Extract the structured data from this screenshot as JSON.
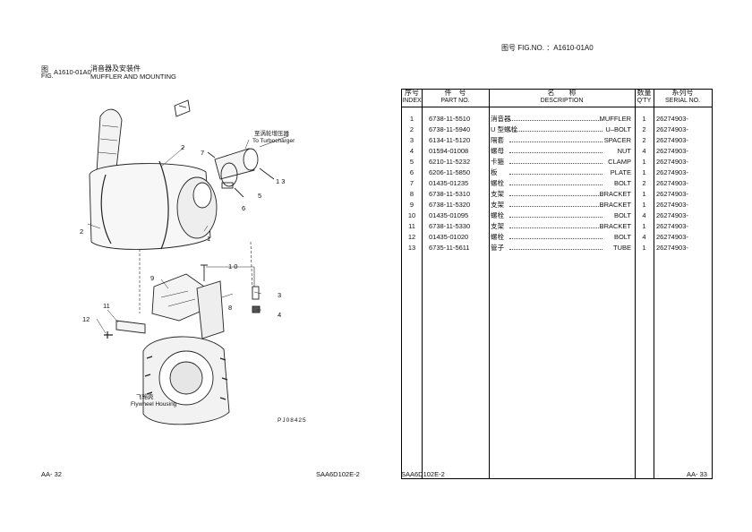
{
  "left_page": {
    "fig_prefix_cn": "图",
    "fig_prefix_en": "FIG.",
    "fig_no": "A1610-01A0",
    "title_cn": "消音器及安装件",
    "title_en": "MUFFLER AND MOUNTING",
    "page_no": "AA- 32",
    "model": "SAA6D102E-2"
  },
  "diagram": {
    "callout_1": "1",
    "callout_2a": "2",
    "callout_2b": "2",
    "callout_3": "3",
    "callout_4": "4",
    "callout_5": "5",
    "callout_6": "6",
    "callout_7": "7",
    "callout_8": "8",
    "callout_9": "9",
    "callout_10": "1 0",
    "callout_11": "11",
    "callout_12": "12",
    "callout_13": "1 3",
    "turbo_cn": "至涡轮增压器",
    "turbo_en": "To Turbocharger",
    "flywheel_cn": "飞轮壳",
    "flywheel_en": "Flywheel Housing",
    "drawing_code": "PJ08425"
  },
  "right_page": {
    "fig_label": "图号 FIG.NO. ：A1610-01A0",
    "page_no": "AA- 33",
    "model": "SAA6D102E-2"
  },
  "table": {
    "headers": {
      "index_cn": "序号",
      "index_en": "INDEX",
      "part_cn": "件　号",
      "part_en": "PART NO.",
      "desc_cn": "名　　称",
      "desc_en": "DESCRIPTION",
      "qty_cn": "数量",
      "qty_en": "Q'TY",
      "serial_cn": "系列号",
      "serial_en": "SERIAL NO."
    },
    "rows": [
      {
        "index": "1",
        "part": "6738-11-5510",
        "cn": "消音器",
        "en": "MUFFLER",
        "qty": "1",
        "serial": "26274903-"
      },
      {
        "index": "2",
        "part": "6738-11-5940",
        "cn": "U 型螺栓",
        "en": "U–BOLT",
        "qty": "2",
        "serial": "26274903-"
      },
      {
        "index": "3",
        "part": "6134-11-5120",
        "cn": "隔套",
        "en": "SPACER",
        "qty": "2",
        "serial": "26274903-"
      },
      {
        "index": "4",
        "part": "01594-01008",
        "cn": "螺母",
        "en": "NUT",
        "qty": "4",
        "serial": "26274903-"
      },
      {
        "index": "5",
        "part": "6210-11-5232",
        "cn": "卡箍",
        "en": "CLAMP",
        "qty": "1",
        "serial": "26274903-"
      },
      {
        "index": "6",
        "part": "6206-11-5850",
        "cn": "板",
        "en": "PLATE",
        "qty": "1",
        "serial": "26274903-"
      },
      {
        "index": "7",
        "part": "01435-01235",
        "cn": "螺栓",
        "en": "BOLT",
        "qty": "2",
        "serial": "26274903-"
      },
      {
        "index": "8",
        "part": "6738-11-5310",
        "cn": "支架",
        "en": "BRACKET",
        "qty": "1",
        "serial": "26274903-"
      },
      {
        "index": "9",
        "part": "6738-11-5320",
        "cn": "支架",
        "en": "BRACKET",
        "qty": "1",
        "serial": "26274903-"
      },
      {
        "index": "10",
        "part": "01435-01095",
        "cn": "螺栓",
        "en": "BOLT",
        "qty": "4",
        "serial": "26274903-"
      },
      {
        "index": "11",
        "part": "6738-11-5330",
        "cn": "支架",
        "en": "BRACKET",
        "qty": "1",
        "serial": "26274903-"
      },
      {
        "index": "12",
        "part": "01435-01020",
        "cn": "螺栓",
        "en": "BOLT",
        "qty": "4",
        "serial": "26274903-"
      },
      {
        "index": "13",
        "part": "6735-11-5611",
        "cn": "管子",
        "en": "TUBE",
        "qty": "1",
        "serial": "26274903-"
      }
    ]
  }
}
